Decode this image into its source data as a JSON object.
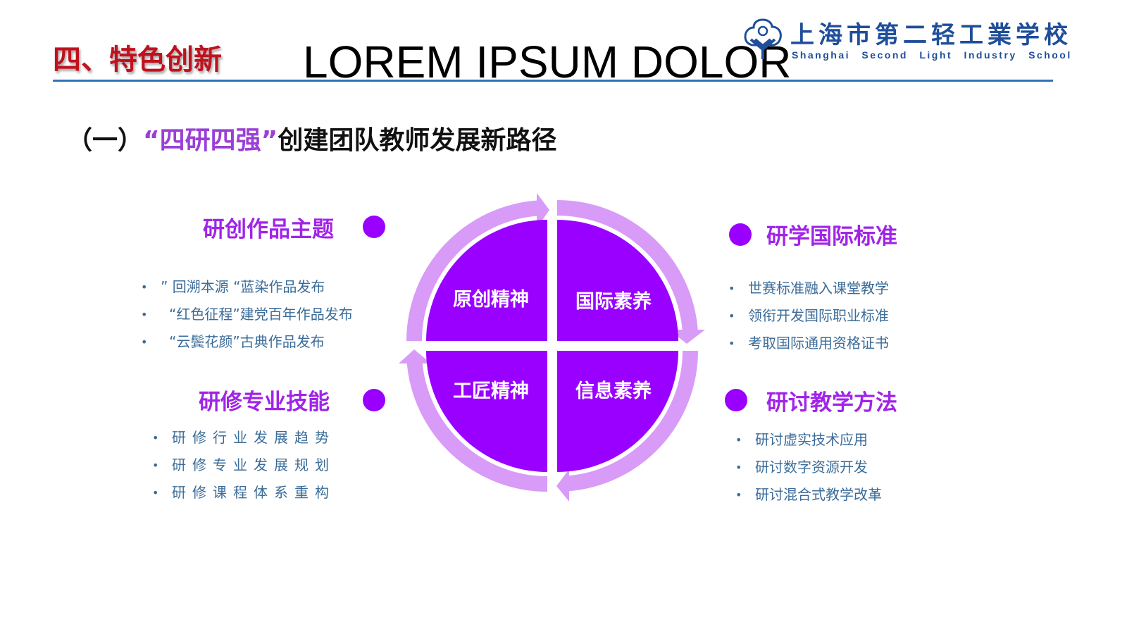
{
  "header": {
    "section_title": "四、特色创新",
    "overlay_title": "LOREM IPSUM DOLOR",
    "logo": {
      "chinese": "上海市第二轻工業学校",
      "english": "Shanghai Second Light Industry School"
    }
  },
  "subtitle": {
    "prefix": "（一）",
    "highlight": "“四研四强”",
    "rest": "创建团队教师发展新路径"
  },
  "diagram": {
    "quadrants": [
      "原创精神",
      "国际素养",
      "工匠精神",
      "信息素养"
    ]
  },
  "blocks": {
    "top_left": {
      "heading": "研创作品主题",
      "items": [
        "” 回溯本源 “蓝染作品发布",
        "“红色征程”建党百年作品发布",
        "“云鬓花颜”古典作品发布"
      ]
    },
    "top_right": {
      "heading": "研学国际标准",
      "items": [
        "世赛标准融入课堂教学",
        "领衔开发国际职业标准",
        "考取国际通用资格证书"
      ]
    },
    "bottom_left": {
      "heading": "研修专业技能",
      "items": [
        "研修行业发展趋势",
        "研修专业发展规划",
        "研修课程体系重构"
      ]
    },
    "bottom_right": {
      "heading": "研讨教学方法",
      "items": [
        "研讨虚实技术应用",
        "研讨数字资源开发",
        "研讨混合式教学改革"
      ]
    }
  },
  "colors": {
    "quadrant": "#9900FF",
    "ring": "#D89BF7",
    "accent_red": "#C0121E",
    "rule_blue": "#2E75B6"
  }
}
